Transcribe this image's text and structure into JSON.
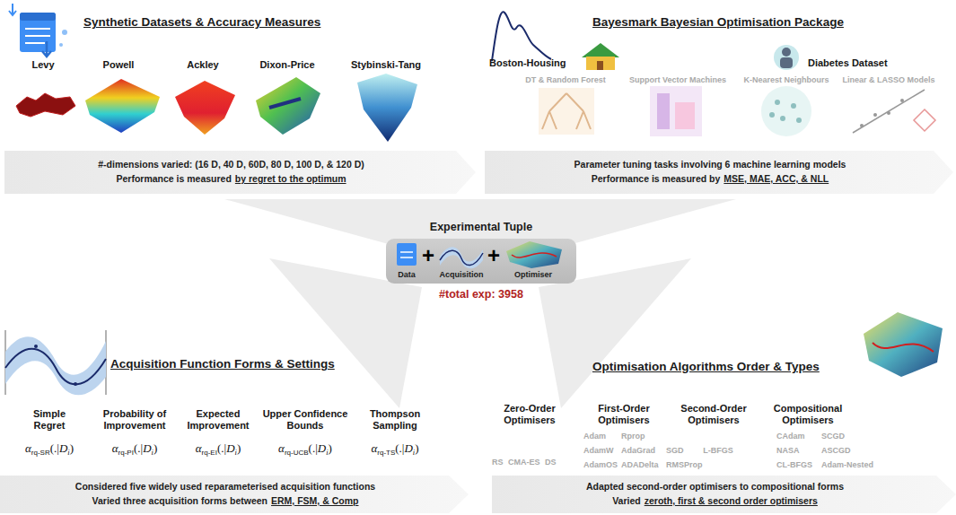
{
  "diagram": {
    "nodes": [
      {
        "text": [
          "#-dimensions varied: (16 D, 40 D, 60D, 80 D, 100 D, & 120 D)",
          "Performance is measured",
          "by regret to the optimum"
        ]
      },
      {
        "text": [
          "Parameter tuning tasks involving 6 machine learning models",
          "Performance is measured by",
          "MSE, MAE, ACC, & NLL"
        ]
      },
      {
        "text": [
          "Experimental Tuple",
          "Data",
          "+",
          "Acquisition",
          "+",
          "Optimiser"
        ]
      },
      {
        "text": [
          "Considered five widely used reparameterised acquisition functions",
          "Varied three acquisition forms between",
          "ERM, FSM, & Comp"
        ]
      },
      {
        "text": [
          "Adapted second-order optimisers to compositional forms",
          "Varied",
          "zeroth, first & second order optimisers"
        ]
      }
    ],
    "labels": [
      "Synthetic Datasets & Accuracy Measures",
      "Levy",
      "Powell",
      "Ackley",
      "Dixon-Price",
      "Stybinski-Tang",
      "Bayesmark Bayesian Optimisation Package",
      "Boston-Housing",
      "Diabetes Dataset",
      "DT & Random Forest",
      "Support Vector Machines",
      "K-Nearest Neighbours",
      "Linear & LASSO Models",
      "#total exp: 3958",
      "Acquisition Function Forms & Settings",
      "Simple Regret",
      "Probability of Improvement",
      "Expected Improvement",
      "Upper Confidence Bounds",
      "Thompson Sampling",
      "α",
      "rq-SR",
      "(.|",
      "D",
      "i",
      ")",
      "α",
      "rq-PI",
      "(.|",
      "D",
      "i",
      ")",
      "α",
      "rq-EI",
      "(.|",
      "D",
      "i",
      ")",
      "α",
      "rq-UCB",
      "(.|",
      "D",
      "i",
      ")",
      "α",
      "rq-TS",
      "(.|",
      "D",
      "i",
      ")",
      "Optimisation Algorithms Order & Types",
      "Zero-Order Optimisers",
      "First-Order Optimisers",
      "Second-Order Optimisers",
      "Compositional Optimisers",
      "RS",
      "CMA-ES",
      "DS",
      "Adam",
      "Rprop",
      "AdamW",
      "AdaGrad",
      "SGD",
      "AdamOS",
      "ADADelta",
      "RMSProp",
      "L-BFGS",
      "CAdam",
      "SCGD",
      "NASA",
      "ASCGD",
      "CL-BFGS",
      "Adam-Nested"
    ]
  }
}
